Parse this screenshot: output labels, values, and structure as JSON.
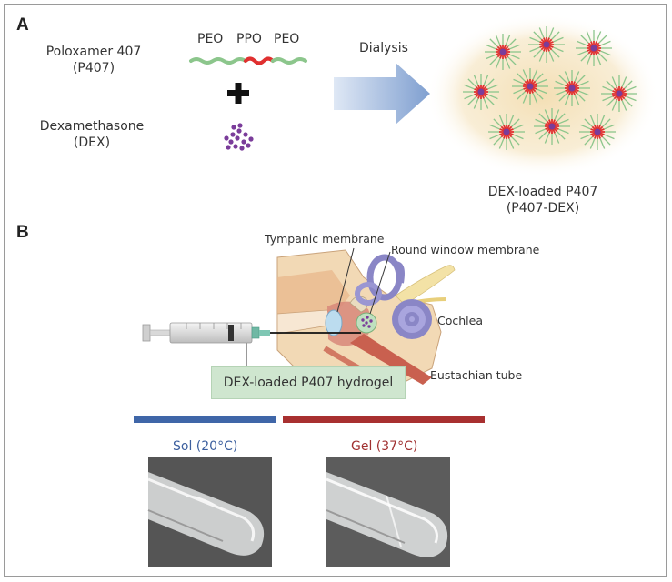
{
  "panel_a": {
    "label": "A",
    "poloxamer": {
      "line1": "Poloxamer 407",
      "line2": "(P407)"
    },
    "dexamethasone": {
      "line1": "Dexamethasone",
      "line2": "(DEX)"
    },
    "blocks": [
      "PEO",
      "PPO",
      "PEO"
    ],
    "arrow_label": "Dialysis",
    "product": {
      "line1": "DEX-loaded P407",
      "line2": "(P407-DEX)"
    }
  },
  "panel_b": {
    "label": "B",
    "tympanic": "Tympanic membrane",
    "round_window": "Round window membrane",
    "cochlea": "Cochlea",
    "eustachian": "Eustachian tube",
    "hydrogel": "DEX-loaded P407 hydrogel",
    "sol": "Sol (20°C)",
    "gel": "Gel (37°C)"
  },
  "colors": {
    "peo": "#8cc68c",
    "ppo": "#e03030",
    "dex": "#7a3c9a",
    "arrow": "#9fb7db",
    "sol_bar": "#3f66a8",
    "gel_bar": "#a83030"
  }
}
